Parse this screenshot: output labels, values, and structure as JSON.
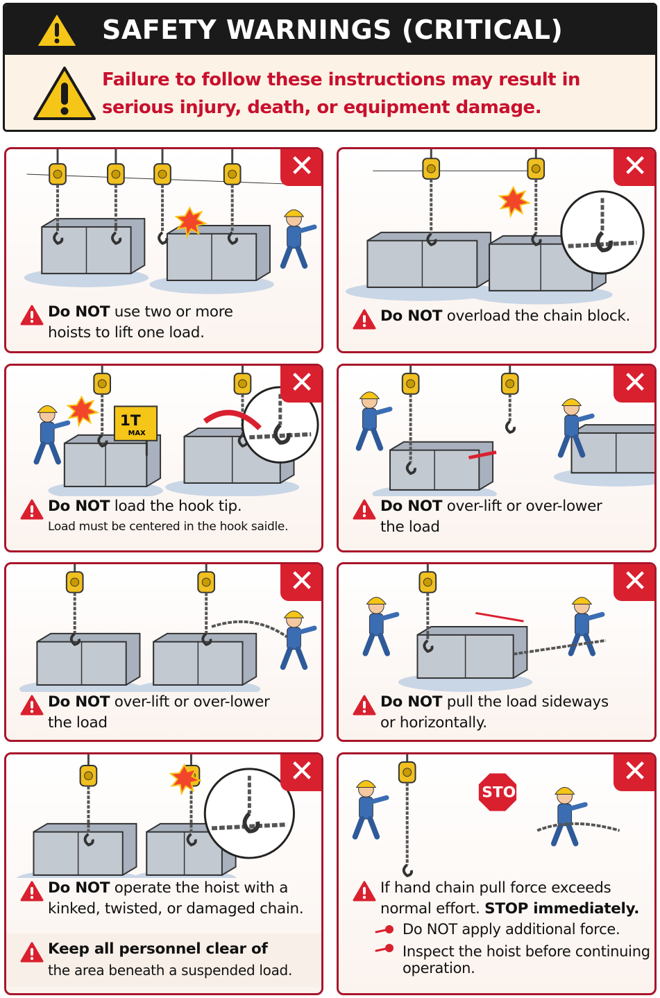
{
  "header": {
    "title": "SAFETY WARNINGS (CRITICAL)",
    "warning_line1": "Failure to follow these instructions may result in",
    "warning_line2": "serious injury, death, or equipment  damage."
  },
  "colors": {
    "accent_red": "#d9202f",
    "border_red": "#a8162b",
    "warning_yellow": "#f5c518",
    "header_black": "#1a1a1a"
  },
  "panels": [
    {
      "bold": "Do NOT",
      "rest": " use two or more",
      "line2": "hoists to lift one load.",
      "close_icon": "x-icon"
    },
    {
      "bold": "Do NOT",
      "rest": " overload the chain block.",
      "close_icon": "x-icon"
    },
    {
      "bold": "Do NOT",
      "rest": " load the hook tip.",
      "sub": "Load must be centered in the hook saidle.",
      "sign_main": "1T",
      "sign_sub": "MAX",
      "close_icon": "x-icon"
    },
    {
      "bold": "Do NOT",
      "rest": " over-lift or over-lower",
      "line2": "the load",
      "close_icon": "x-icon"
    },
    {
      "bold": "Do NOT",
      "rest": " over-lift or over-lower",
      "line2": "the load",
      "close_icon": "x-icon"
    },
    {
      "bold": "Do NOT",
      "rest": " pull the load sideways",
      "line2": "or horizontally.",
      "close_icon": "x-icon"
    },
    {
      "bold": "Do NOT",
      "rest": " operate the hoist with a",
      "line2": "kinked, twisted, or damaged chain.",
      "extra_bold": "Keep all personnel clear of",
      "extra_line2": "the area beneath a suspended load.",
      "close_icon": "x-icon"
    },
    {
      "line1": "If hand chain pull force exceeds",
      "line2": "normal effort. ",
      "line2_bold": "STOP immediately.",
      "bullets": [
        "Do NOT apply additional force.",
        "Inspect the hoist before continuing operation."
      ],
      "stop_sign": "STOP",
      "close_icon": "x-icon"
    }
  ]
}
